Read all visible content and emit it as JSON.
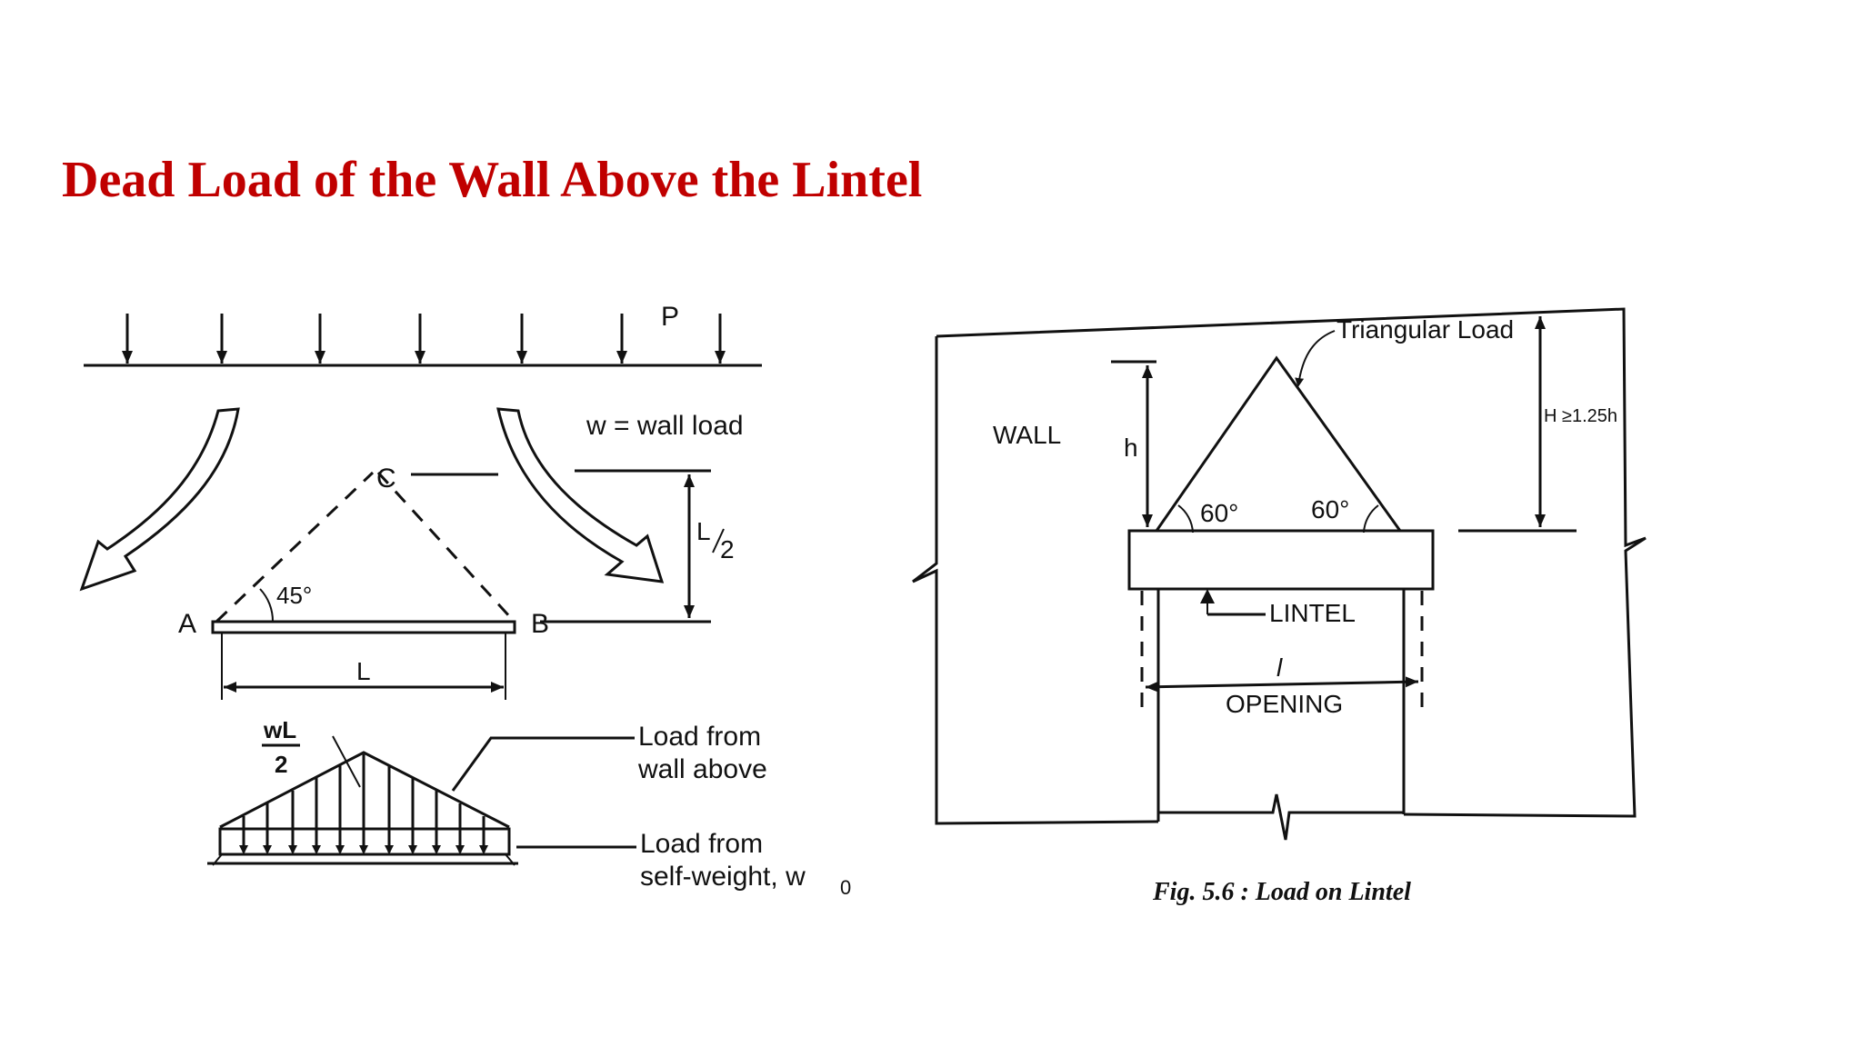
{
  "title": "Dead Load of the Wall Above the Lintel",
  "left_diagram": {
    "point_load": "P",
    "wall_load": "w = wall load",
    "apex": "C",
    "angle": "45°",
    "support_a": "A",
    "support_b": "B",
    "span": "L",
    "height_num": "L",
    "height_den": "2",
    "peak_num": "wL",
    "peak_den": "2",
    "load_wall_line1": "Load from",
    "load_wall_line2": "wall above",
    "load_self_line1": "Load from",
    "load_self_line2": "self-weight, w",
    "load_self_sub": "0"
  },
  "right_diagram": {
    "wall": "WALL",
    "h": "h",
    "triangular_load": "Triangular Load",
    "height_rule": "H ≥1.25h",
    "angle_left": "60°",
    "angle_right": "60°",
    "lintel": "LINTEL",
    "span": "l",
    "opening": "OPENING",
    "caption": "Fig. 5.6 : Load on Lintel"
  }
}
